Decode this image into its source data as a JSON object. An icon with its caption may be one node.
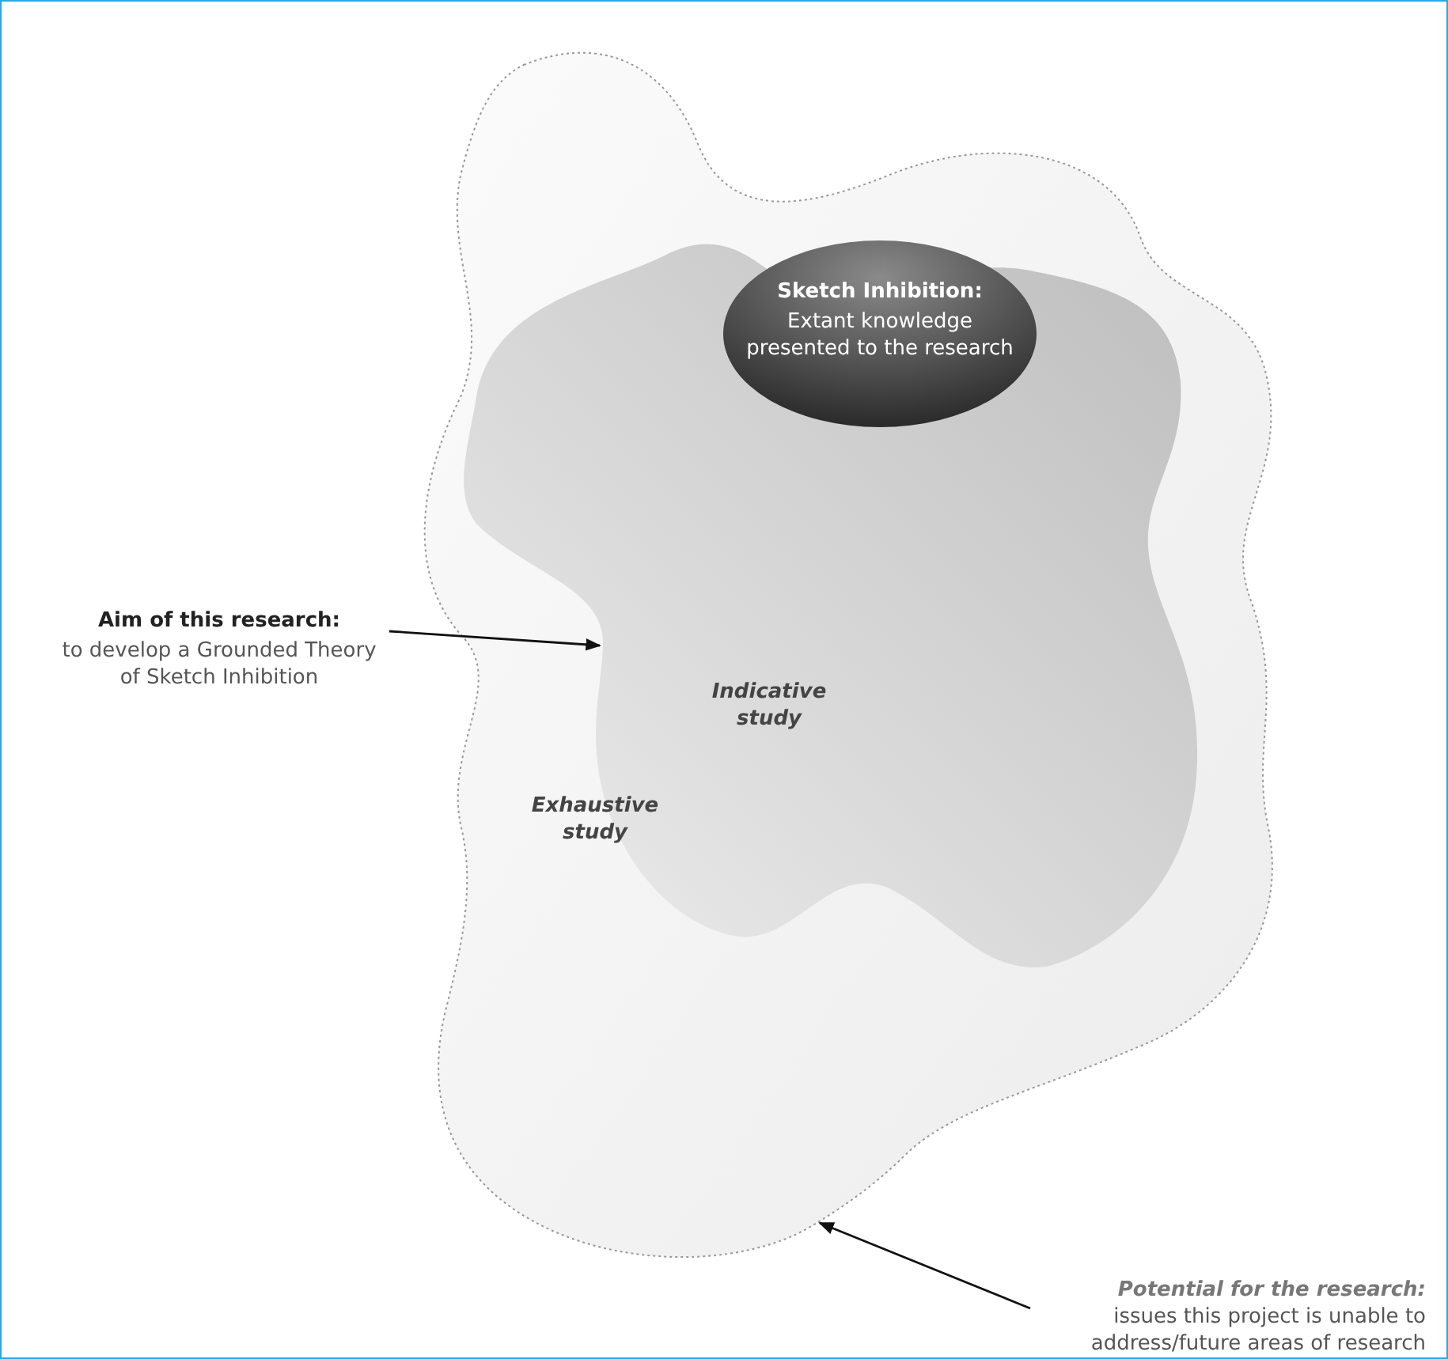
{
  "diagram": {
    "nodes": [
      {
        "text": [
          "Exhaustive study"
        ]
      },
      {
        "text": [
          "Indicative study"
        ],
        "in": 0
      },
      {
        "text": [
          "Sketch Inhibition:",
          "Extant knowledge presented to the research"
        ],
        "in": 1
      },
      {
        "text": [
          "Aim of this research:",
          "to develop a Grounded Theory of Sketch Inhibition"
        ]
      },
      {
        "text": [
          "Potential for the research:",
          "issues this project is unable to address/future areas of research"
        ]
      }
    ],
    "edges": [
      {
        "from": 3,
        "to": 1,
        "arrow": "to"
      },
      {
        "from": 4,
        "to": 0,
        "arrow": "to"
      }
    ]
  }
}
